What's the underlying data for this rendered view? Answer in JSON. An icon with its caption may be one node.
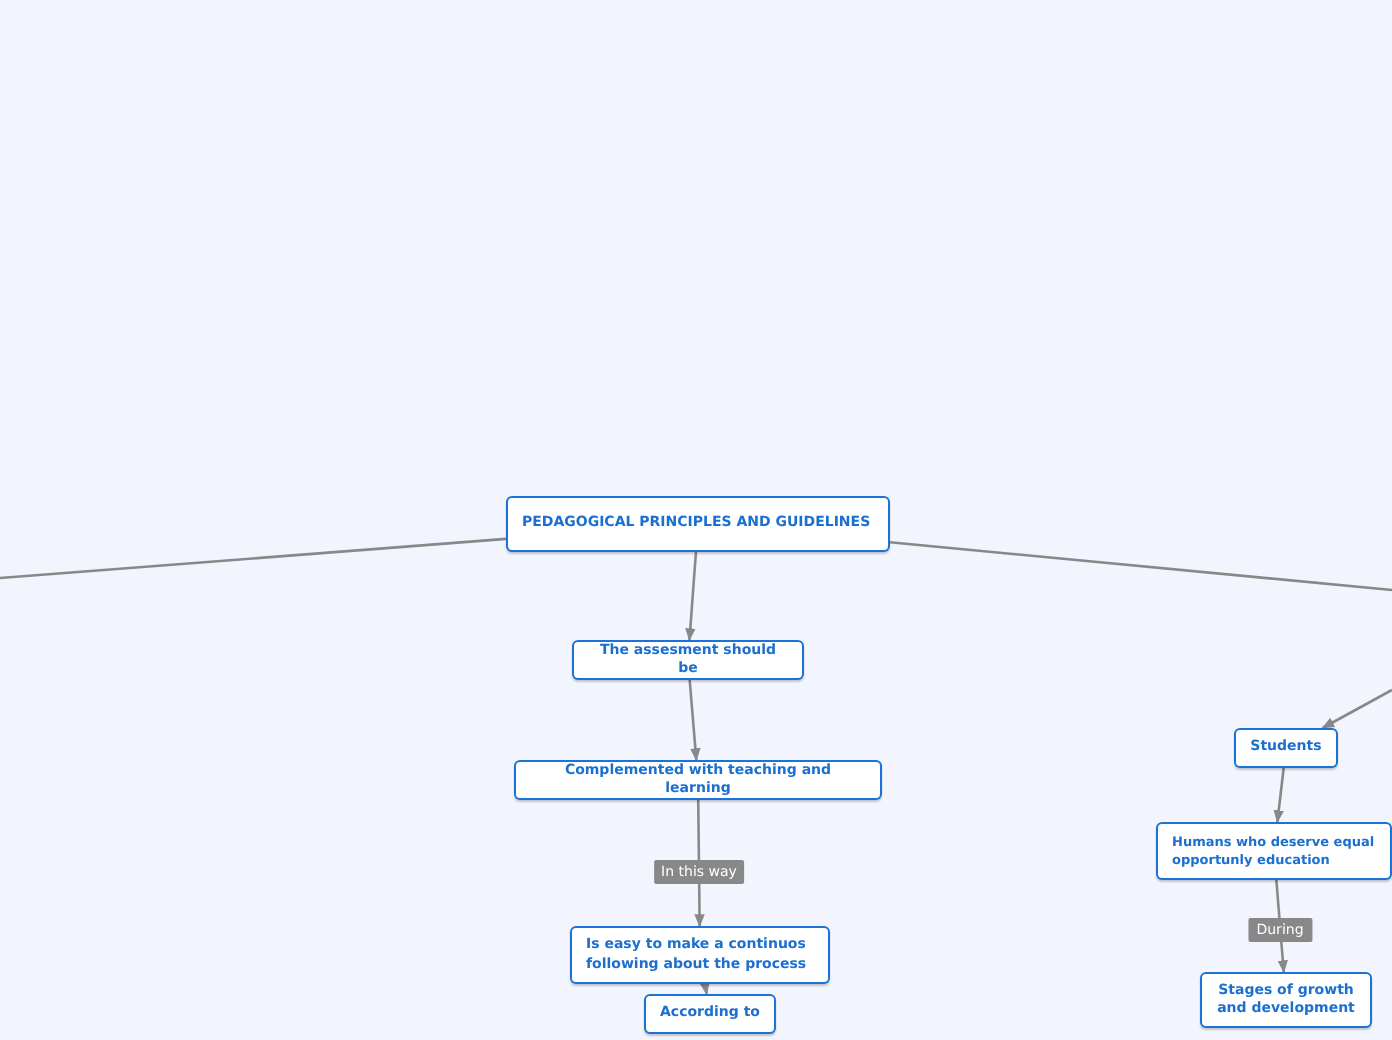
{
  "diagram": {
    "nodes": [
      {
        "text": [
          "PEDAGOGICAL PRINCIPLES AND GUIDELINES"
        ]
      },
      {
        "text": [
          "The assesment should be"
        ]
      },
      {
        "text": [
          "Complemented with teaching and learning"
        ]
      },
      {
        "text": [
          "Is easy to make a continuos following about the process"
        ]
      },
      {
        "text": [
          "According to"
        ]
      },
      {
        "text": [
          "Students"
        ]
      },
      {
        "text": [
          "Humans who deserve equal opportunly education"
        ]
      },
      {
        "text": [
          "Stages of growth and development"
        ]
      }
    ],
    "edges": [
      {
        "from": 0,
        "to": null,
        "arrow": "none"
      },
      {
        "from": 0,
        "to": 1,
        "arrow": "to"
      },
      {
        "from": 1,
        "to": 2,
        "arrow": "to"
      },
      {
        "from": 2,
        "to": 3,
        "arrow": "to",
        "label": "In this way"
      },
      {
        "from": 3,
        "to": 4,
        "arrow": "to"
      },
      {
        "from": 0,
        "to": null,
        "arrow": "none"
      },
      {
        "from": null,
        "to": 5,
        "arrow": "to"
      },
      {
        "from": 5,
        "to": 6,
        "arrow": "to"
      },
      {
        "from": 6,
        "to": 7,
        "arrow": "to",
        "label": "During"
      }
    ]
  }
}
